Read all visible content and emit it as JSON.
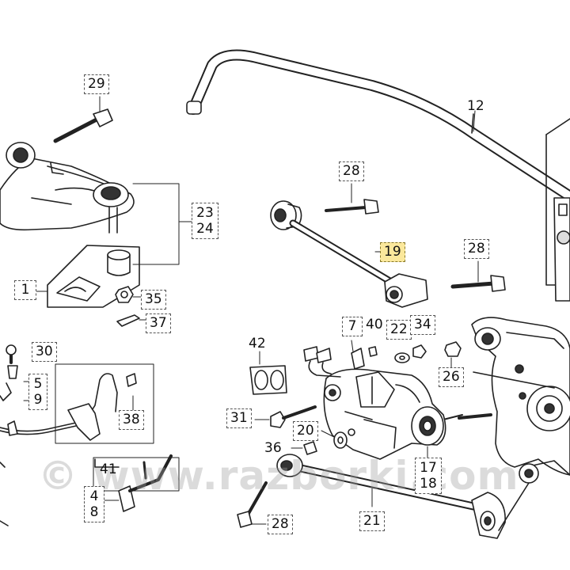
{
  "watermark": "© www.razborki.com",
  "callouts": {
    "c29": "29",
    "c23": "23",
    "c24": "24",
    "c1": "1",
    "c35": "35",
    "c37": "37",
    "c30": "30",
    "c5": "5",
    "c9": "9",
    "c38": "38",
    "c41": "41",
    "c4": "4",
    "c8": "8",
    "c12": "12",
    "c28a": "28",
    "c19": "19",
    "c28b": "28",
    "c7": "7",
    "c40": "40",
    "c22": "22",
    "c34": "34",
    "c42": "42",
    "c26": "26",
    "c31": "31",
    "c20": "20",
    "c36": "36",
    "c17": "17",
    "c18": "18",
    "c28c": "28",
    "c21": "21"
  },
  "colors": {
    "highlight": "#fbe89c",
    "line": "#222222",
    "border": "#555555"
  }
}
